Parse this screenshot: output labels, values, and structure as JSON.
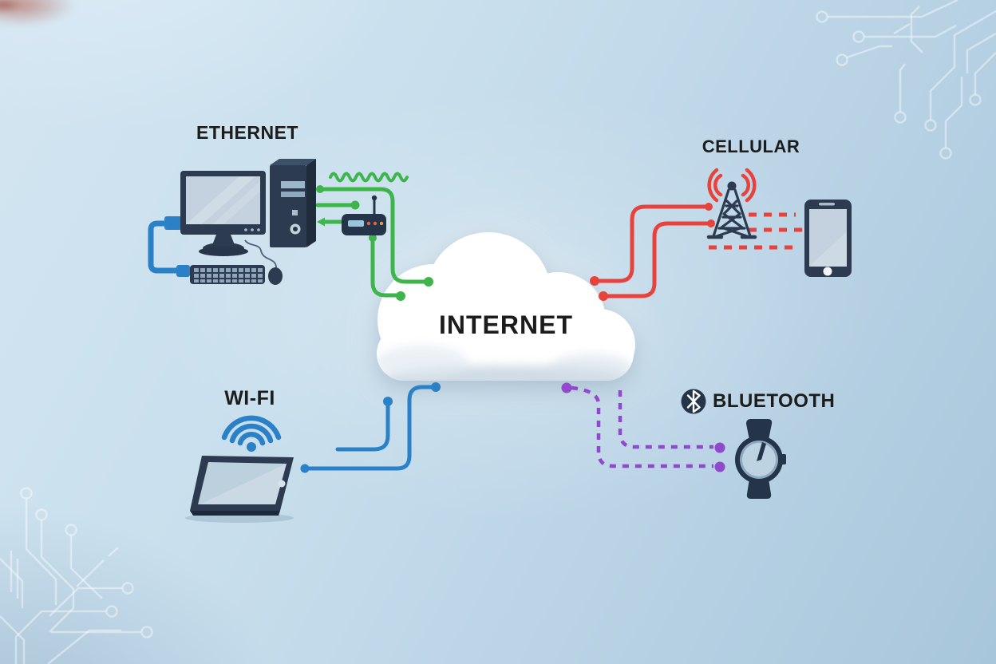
{
  "cloud": {
    "label": "INTERNET"
  },
  "sections": {
    "ethernet": {
      "label": "ETHERNET",
      "devices": [
        "desktop-computer",
        "modem-router"
      ],
      "link_style": "solid"
    },
    "cellular": {
      "label": "CELLULAR",
      "devices": [
        "cell-tower",
        "smartphone"
      ],
      "link_style": "solid-to-cloud, dashed-to-phone"
    },
    "wifi": {
      "label": "WI-FI",
      "devices": [
        "wifi-signal",
        "tablet"
      ],
      "link_style": "solid"
    },
    "bluetooth": {
      "label": "BLUETOOTH",
      "devices": [
        "bluetooth-badge",
        "smartwatch"
      ],
      "link_style": "dashed"
    }
  },
  "colors": {
    "ethernet_green": "#3db54b",
    "cellular_red": "#e8423d",
    "wifi_blue": "#2a81c7",
    "bluetooth_purple": "#9049cd",
    "device_navy": "#2c3b50",
    "device_navy_dark": "#243449",
    "screen_light": "#c3d2de",
    "cloud_white": "#ffffff",
    "label_text": "#1c1c1c"
  }
}
